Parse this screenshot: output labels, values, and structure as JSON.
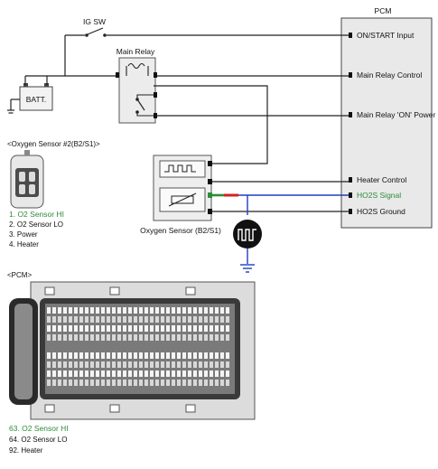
{
  "pcm": {
    "title": "PCM",
    "pins": [
      {
        "label": "ON/START Input",
        "highlight": false
      },
      {
        "label": "Main Relay Control",
        "highlight": false
      },
      {
        "label": "Main Relay 'ON' Power",
        "highlight": false
      },
      {
        "label": "Heater Control",
        "highlight": false
      },
      {
        "label": "HO2S  Signal",
        "highlight": true
      },
      {
        "label": "HO2S  Ground",
        "highlight": false
      }
    ]
  },
  "ig_sw": "IG SW",
  "main_relay": "Main Relay",
  "battery": "BATT.",
  "sensor_label": "Oxygen Sensor (B2/S1)",
  "connector": {
    "title": "<Oxygen Sensor #2(B2/S1)>",
    "pins": [
      {
        "text": "1. O2 Sensor HI",
        "highlight": true
      },
      {
        "text": "2. O2 Sensor LO",
        "highlight": false
      },
      {
        "text": "3. Power",
        "highlight": false
      },
      {
        "text": "4. Heater",
        "highlight": false
      }
    ]
  },
  "pcm_connector": {
    "title": "<PCM>",
    "pins": [
      {
        "text": "63. O2 Sensor HI",
        "highlight": true
      },
      {
        "text": "64. O2 Sensor LO",
        "highlight": false
      },
      {
        "text": "92. Heater",
        "highlight": false
      }
    ]
  },
  "colors": {
    "highlight": "#2e8b3a",
    "signal_wire": "#1f3fbf",
    "warning_segment": "#d62020"
  }
}
